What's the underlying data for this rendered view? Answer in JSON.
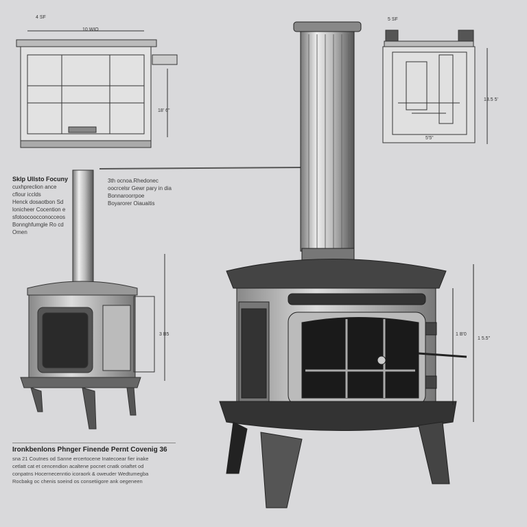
{
  "notes": {
    "left_title": "Sklp Ullsto Focuny",
    "left_lines": [
      "cuxhpreclion ance",
      "cflour icclds",
      "Henck dosaotbon Sd",
      "lonicheer Cocention e",
      "sfotoocoocconocceos",
      "Bonnghfumgle Ro cd",
      "Omen"
    ],
    "right_lines": [
      "3th ocnoa.Rhedonec",
      "oocrcelsr Gewr pary in dia",
      "Bonnaroorrpoe",
      "Boyarorer Oiauaitis"
    ]
  },
  "caption": {
    "title": "Ironkbenlons Phnger Finende Pernt Covenig 36",
    "lines": [
      "sna 21 Coutnes od Sanne ercertocene Inatecoear fier inake",
      "cetlatt cat et cencendion acaltene pocnet cnatk oriaftet od",
      "conpatns Hocernecenntio icoraork & oweuder Wedtumegba",
      "Rocbakg oc chenis soeind os consetiigore ank oegeneen"
    ]
  },
  "dimensions": {
    "top_left_width": "10 WIO",
    "top_left_small": "4 SF",
    "top_left_height": "18' 6\"",
    "top_right_small": "5 SF",
    "top_right_height": "13.5 5'",
    "top_right_bottom": "5'5\"",
    "mid_left_height": "3 B5",
    "main_inner": "1 B'0",
    "main_outer": "1 5.5\""
  },
  "colors": {
    "background": "#d9d9db",
    "line": "#2a2a2a",
    "dark": "#111111"
  }
}
